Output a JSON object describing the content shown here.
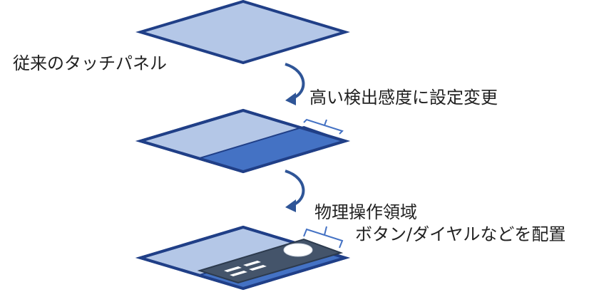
{
  "labels": {
    "conventional": "従来のタッチパネル",
    "sensitivity": "高い検出感度に設定変更",
    "physical_area": "物理操作領域",
    "controls": "ボタン/ダイヤルなどを配置"
  },
  "colors": {
    "panel_fill": "#b4c7e7",
    "panel_stroke": "#203f87",
    "region_fill": "#4472c4",
    "control_plate": "#44546a",
    "control_item": "#ffffff",
    "arrow": "#2f5597",
    "bracket": "#4472c4"
  }
}
